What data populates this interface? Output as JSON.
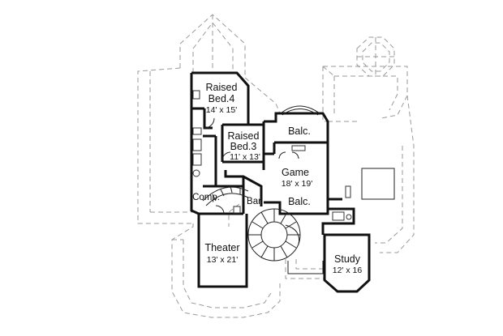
{
  "rooms": {
    "raised_bed_4": {
      "name_line1": "Raised",
      "name_line2": "Bed.4",
      "size": "14' x 15'"
    },
    "raised_bed_3": {
      "name_line1": "Raised",
      "name_line2": "Bed.3",
      "size": "11' x 13'"
    },
    "balcony_top": {
      "name": "Balc."
    },
    "game": {
      "name": "Game",
      "size": "18' x 19'"
    },
    "balcony_game": {
      "name": "Balc."
    },
    "comp": {
      "name": "Comp."
    },
    "bar": {
      "name": "Bar"
    },
    "theater": {
      "name": "Theater",
      "size": "13' x 21'"
    },
    "study": {
      "name": "Study",
      "size": "12' x 16"
    }
  },
  "colors": {
    "wall": "#111111",
    "outline_dashed": "#9a9a9a"
  }
}
